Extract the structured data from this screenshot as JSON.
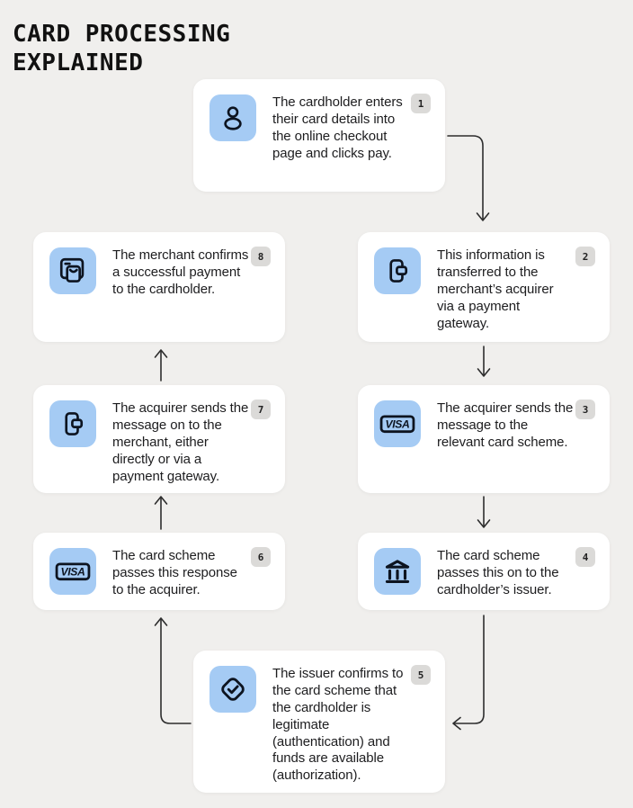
{
  "title": {
    "line1": "CARD PROCESSING",
    "line2": "EXPLAINED"
  },
  "colors": {
    "background": "#f0efed",
    "card_bg": "#ffffff",
    "icon_bg": "#a5cbf4",
    "icon_stroke": "#0d1420",
    "badge_bg": "#dbdad8",
    "text": "#1d1d1f",
    "arrow": "#2d2d2d"
  },
  "steps": [
    {
      "number": "1",
      "icon": "person-icon",
      "text": "The cardholder enters their card details into the online checkout page and clicks pay."
    },
    {
      "number": "2",
      "icon": "card-transfer-icon",
      "text": "This information is transferred to the merchant’s acquirer via a payment gateway."
    },
    {
      "number": "3",
      "icon": "visa-card-icon",
      "visa_label": "VISA",
      "text": "The acquirer sends the message to the relevant card scheme."
    },
    {
      "number": "4",
      "icon": "bank-icon",
      "text": "The card scheme passes this on to the cardholder’s issuer."
    },
    {
      "number": "5",
      "icon": "check-diamond-icon",
      "text": "The issuer confirms to the card scheme that the cardholder is legitimate (authentication) and funds are available (authorization)."
    },
    {
      "number": "6",
      "icon": "visa-card-icon",
      "visa_label": "VISA",
      "text": "The card scheme passes this response to the acquirer."
    },
    {
      "number": "7",
      "icon": "card-transfer-icon",
      "text": "The acquirer sends the message on to the merchant, either directly or via a payment gateway."
    },
    {
      "number": "8",
      "icon": "merchant-store-icon",
      "text": "The merchant confirms a successful payment to the cardholder."
    }
  ]
}
